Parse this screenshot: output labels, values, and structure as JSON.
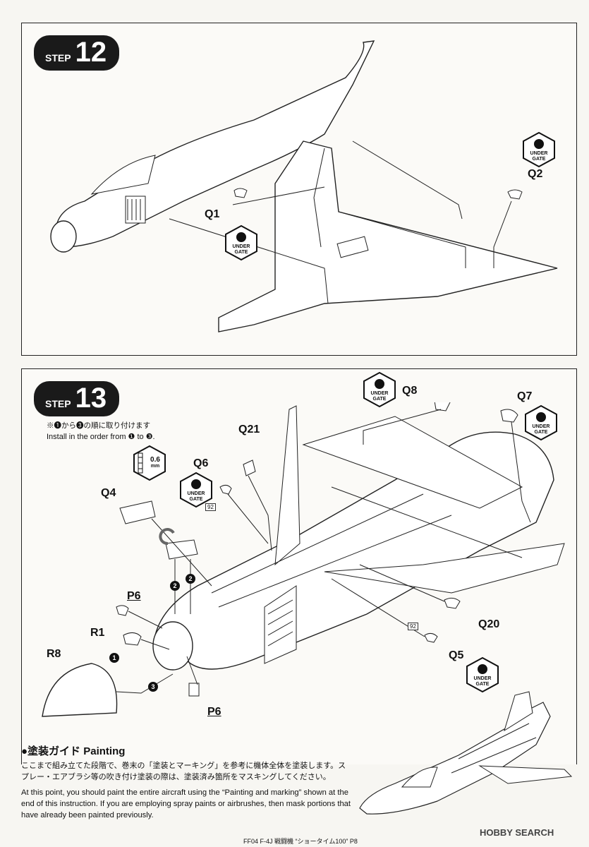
{
  "step12": {
    "word": "STEP",
    "number": "12",
    "parts": {
      "q1": "Q1",
      "q2": "Q2"
    },
    "gate": {
      "line1": "UNDER",
      "line2": "GATE"
    }
  },
  "step13": {
    "word": "STEP",
    "number": "13",
    "note_jp": "※❶から❸の順に取り付けます",
    "note_en": "Install in the order from ❶ to ❸.",
    "parts": {
      "q8": "Q8",
      "q7": "Q7",
      "q21": "Q21",
      "q6": "Q6",
      "q4": "Q4",
      "p6_top": "P6",
      "r1": "R1",
      "r8": "R8",
      "q20": "Q20",
      "q5": "Q5",
      "p6_bottom": "P6"
    },
    "thickness": {
      "value": "0.6",
      "unit": "mm"
    },
    "gate": {
      "line1": "UNDER",
      "line2": "GATE"
    },
    "color_code": "92",
    "order_numbers": [
      "1",
      "2",
      "2",
      "3"
    ]
  },
  "painting": {
    "title": "●塗装ガイド Painting",
    "jp": "ここまで組み立てた段階で、巻末の「塗装とマーキング」を参考に機体全体を塗装します。スプレー・エアブラシ等の吹き付け塗装の際は、塗装済み箇所をマスキングしてください。",
    "en": "At this point, you should paint the entire aircraft using the “Painting and marking” shown at the end of this instruction. If you are employing spray paints or airbrushes, then mask portions that have already been painted previously."
  },
  "footer": "FF04 F-4J 戦闘機 “ショータイム100” P8",
  "watermark": "HOBBY SEARCH"
}
